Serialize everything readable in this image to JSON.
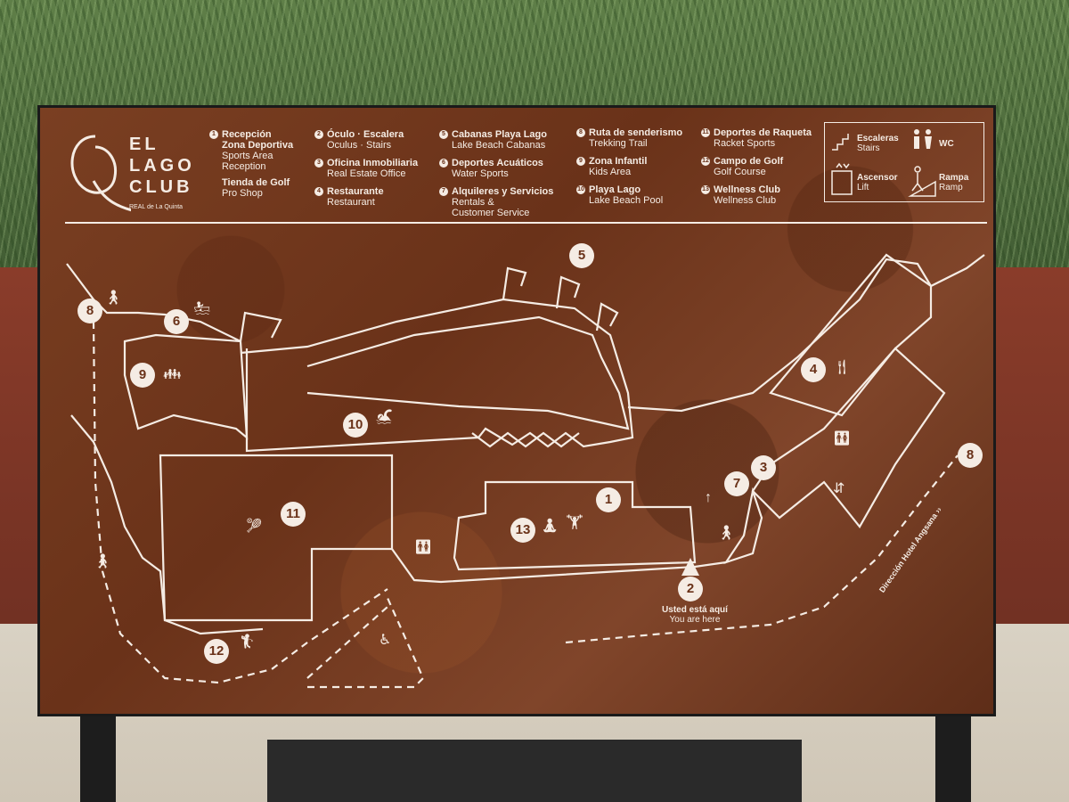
{
  "brand": {
    "lines": [
      "EL",
      "LAGO",
      "CLUB"
    ],
    "subtitle": "REAL de La Quinta"
  },
  "legend": [
    {
      "num": "1",
      "title": "Recepción\nZona Deportiva",
      "subtitle": "Sports Area\nReception"
    },
    {
      "num": "",
      "title": "Tienda de Golf",
      "subtitle": "Pro Shop"
    },
    {
      "num": "2",
      "title": "Óculo · Escalera",
      "subtitle": "Oculus · Stairs"
    },
    {
      "num": "3",
      "title": "Oficina Inmobiliaria",
      "subtitle": "Real Estate Office"
    },
    {
      "num": "4",
      "title": "Restaurante",
      "subtitle": "Restaurant"
    },
    {
      "num": "5",
      "title": "Cabanas Playa Lago",
      "subtitle": "Lake Beach Cabanas"
    },
    {
      "num": "6",
      "title": "Deportes Acuáticos",
      "subtitle": "Water Sports"
    },
    {
      "num": "7",
      "title": "Alquileres y Servicios",
      "subtitle": "Rentals &\nCustomer Service"
    },
    {
      "num": "8",
      "title": "Ruta de senderismo",
      "subtitle": "Trekking Trail"
    },
    {
      "num": "9",
      "title": "Zona Infantil",
      "subtitle": "Kids Area"
    },
    {
      "num": "10",
      "title": "Playa Lago",
      "subtitle": "Lake Beach Pool"
    },
    {
      "num": "11",
      "title": "Deportes de Raqueta",
      "subtitle": "Racket Sports"
    },
    {
      "num": "12",
      "title": "Campo de Golf",
      "subtitle": "Golf Course"
    },
    {
      "num": "13",
      "title": "Wellness Club",
      "subtitle": "Wellness Club"
    }
  ],
  "facilities": [
    {
      "title": "Escaleras",
      "subtitle": "Stairs",
      "icon": "stairs-icon"
    },
    {
      "title": "WC",
      "subtitle": "",
      "icon": "wc-icon"
    },
    {
      "title": "Ascensor",
      "subtitle": "Lift",
      "icon": "lift-icon"
    },
    {
      "title": "Rampa",
      "subtitle": "Ramp",
      "icon": "ramp-icon"
    }
  ],
  "map": {
    "markers": [
      "8",
      "6",
      "9",
      "5",
      "10",
      "4",
      "11",
      "1",
      "13",
      "3",
      "7",
      "12",
      "2",
      "8"
    ],
    "you_are_here": {
      "es": "Usted está aquí",
      "en": "You are here"
    },
    "direction": "Dirección Hotel Angsana ››"
  },
  "colors": {
    "panel": "#6a3219",
    "ink": "#f5ece4"
  }
}
